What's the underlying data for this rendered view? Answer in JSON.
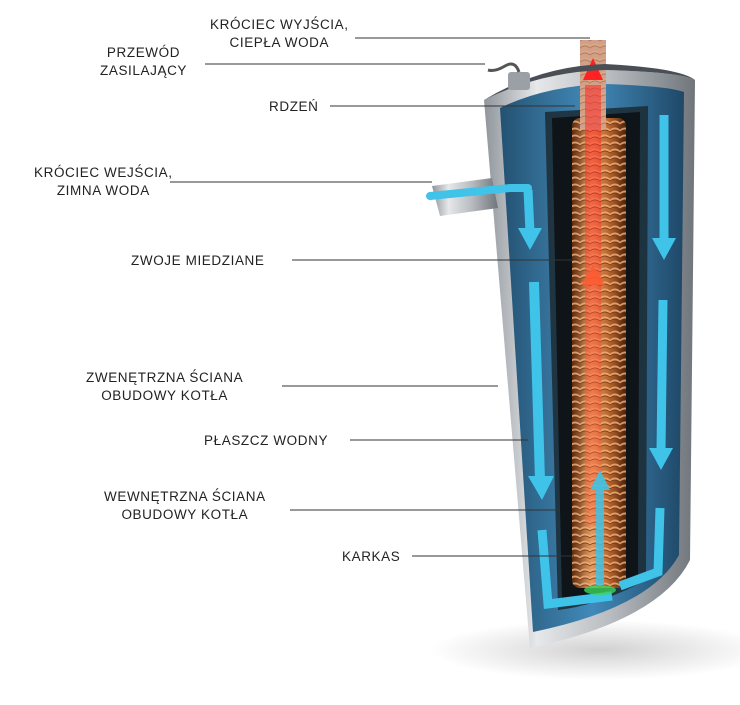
{
  "labels": {
    "outlet": [
      "KRÓCIEC WYJŚCIA,",
      "CIEPŁA WODA"
    ],
    "power_cable": [
      "PRZEWÓD",
      "ZASILAJĄCY"
    ],
    "core": "RDZEŃ",
    "inlet": [
      "KRÓCIEC WEJŚCIA,",
      "ZIMNA WODA"
    ],
    "copper_coils": "ZWOJE MIEDZIANE",
    "outer_wall": [
      "ZWENĘTRZNA ŚCIANA",
      "OBUDOWY KOTŁA"
    ],
    "water_jacket": "PŁASZCZ WODNY",
    "inner_wall": [
      "WEWNĘTRZNA ŚCIANA",
      "OBUDOWY KOTŁA"
    ],
    "frame": "KARKAS"
  },
  "colors": {
    "water": "#3fc3e8",
    "hot": "#ff2a2a",
    "copper": "#c7703a",
    "steel": "#c9ccd0",
    "line": "#333333"
  }
}
